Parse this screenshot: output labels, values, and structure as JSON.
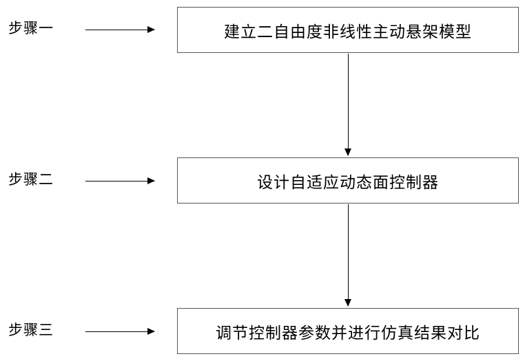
{
  "diagram": {
    "type": "flowchart",
    "orientation": "vertical",
    "steps": [
      {
        "label": "步骤一",
        "box_text": "建立二自由度非线性主动悬架模型"
      },
      {
        "label": "步骤二",
        "box_text": "设计自适应动态面控制器"
      },
      {
        "label": "步骤三",
        "box_text": "调节控制器参数并进行仿真结果对比"
      }
    ],
    "colors": {
      "box_border": "#555555",
      "box_fill": "#ffffff",
      "text": "#000000",
      "arrow": "#000000",
      "background": "#ffffff"
    }
  }
}
